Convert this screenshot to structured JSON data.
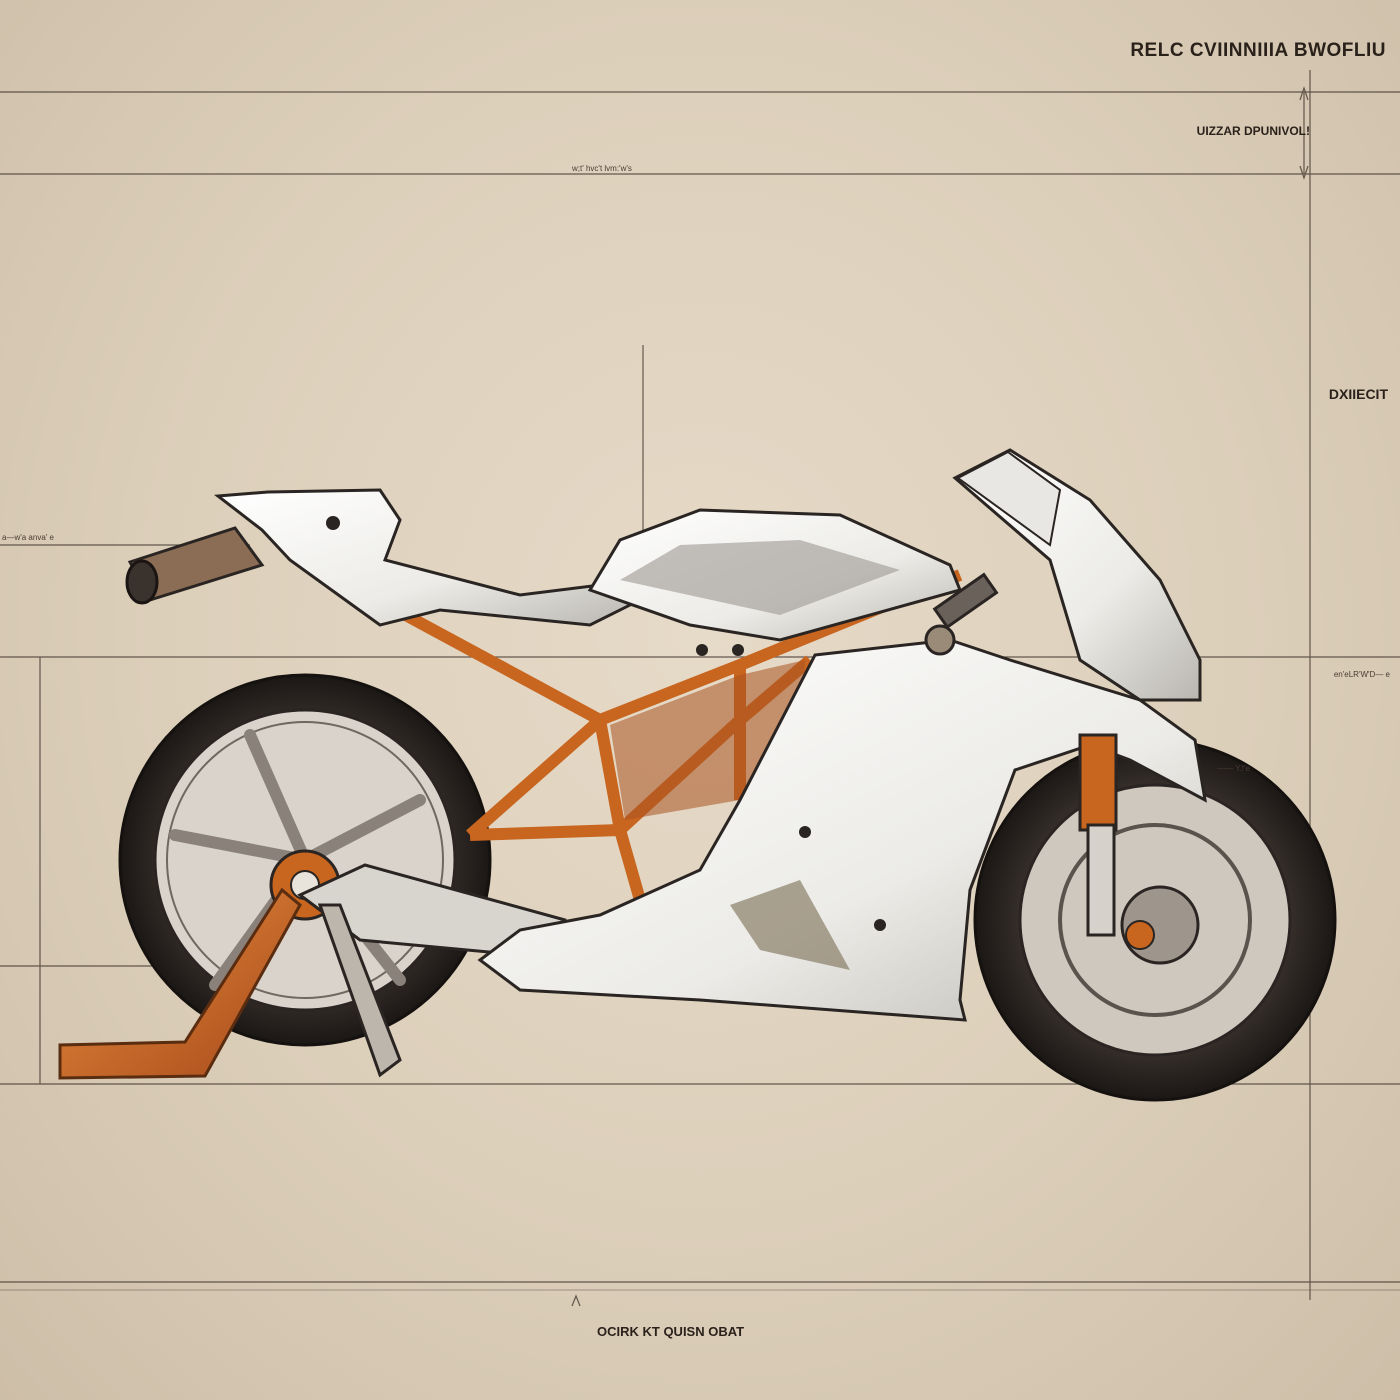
{
  "sheet": {
    "title": "RELC CVIINNIIIA BWOFLIU",
    "subtitle": "UIZZAR DPUNIVOL!",
    "side_label": "DXIIECIT",
    "notes": [
      "w;t' hvc't lvm:'w's",
      "a—w'a anva' e",
      "en'eLR'W'D— e",
      "—— Y.!'e"
    ],
    "footer": "OCIRK KT QUISN OBAT"
  },
  "colors": {
    "paper": "#ddd0bd",
    "ink": "#2a211b",
    "frame_orange": "#c8651f",
    "fairing_white": "#f2f0ec",
    "tire": "#2a2522"
  },
  "icons": [
    "motorcycle-illustration",
    "rear-wheel",
    "front-wheel",
    "trellis-frame",
    "swingarm",
    "front-fork",
    "paddock-stand"
  ]
}
